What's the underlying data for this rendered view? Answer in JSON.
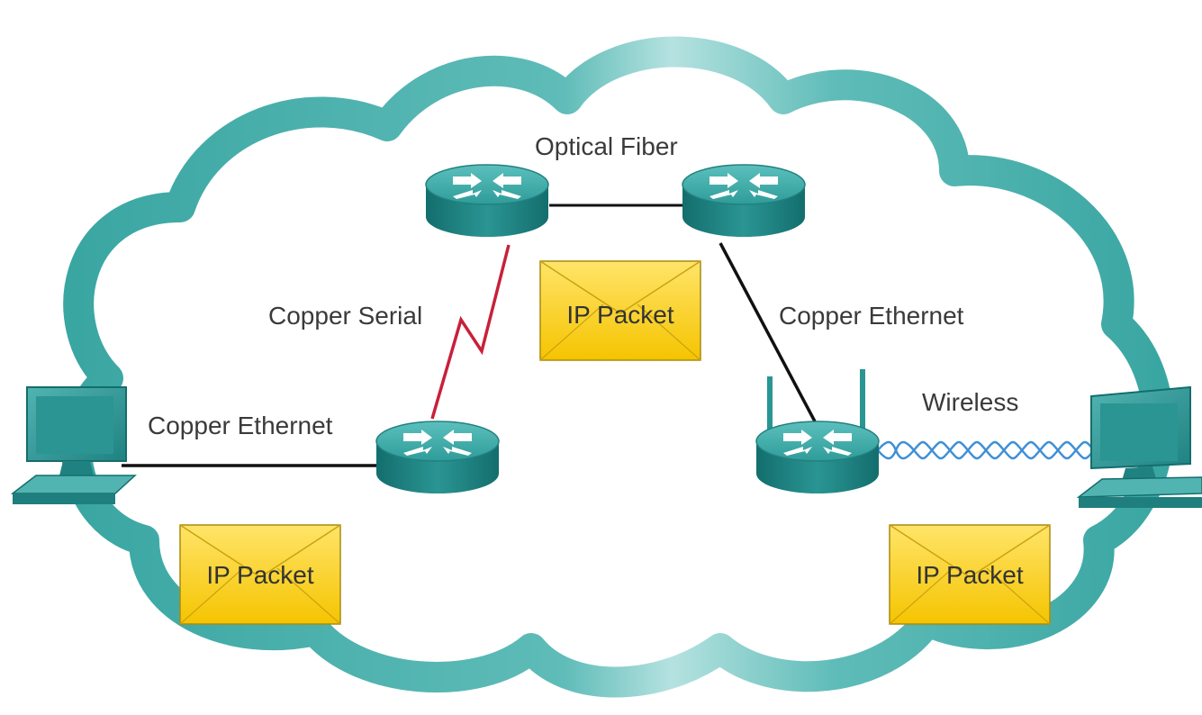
{
  "links": {
    "optical_fiber": "Optical Fiber",
    "copper_serial": "Copper Serial",
    "copper_ethernet_right": "Copper Ethernet",
    "copper_ethernet_left": "Copper Ethernet",
    "wireless": "Wireless"
  },
  "packets": {
    "center": "IP Packet",
    "left": "IP Packet",
    "right": "IP Packet"
  },
  "colors": {
    "cloud": "#4bafab",
    "cloud_light": "#a8dcda",
    "router_top": "#3aa6a3",
    "router_side": "#1f7f7e",
    "serial_link": "#c8203a",
    "wired_link": "#111111",
    "wireless_link": "#3f8fd6",
    "packet_fill": "#ffd21f",
    "packet_stroke": "#a88a10"
  }
}
